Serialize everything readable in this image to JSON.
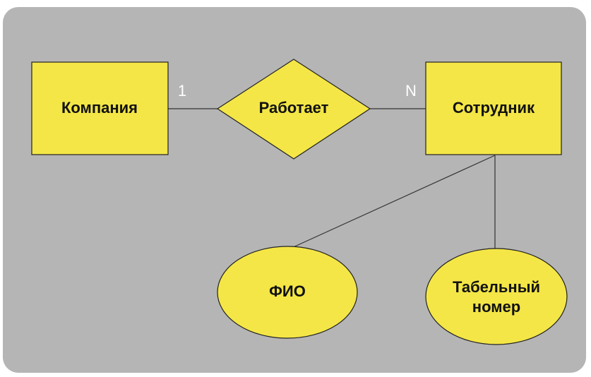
{
  "diagram": {
    "entities": {
      "company": "Компания",
      "employee": "Сотрудник"
    },
    "relationship": {
      "works": "Работает"
    },
    "cardinality": {
      "left": "1",
      "right": "N"
    },
    "attributes": {
      "fio": "ФИО",
      "tab_number_line1": "Табельный",
      "tab_number_line2": "номер"
    }
  },
  "colors": {
    "background": "#b5b5b5",
    "shape_fill": "#f4e646",
    "outline": "#222222"
  }
}
